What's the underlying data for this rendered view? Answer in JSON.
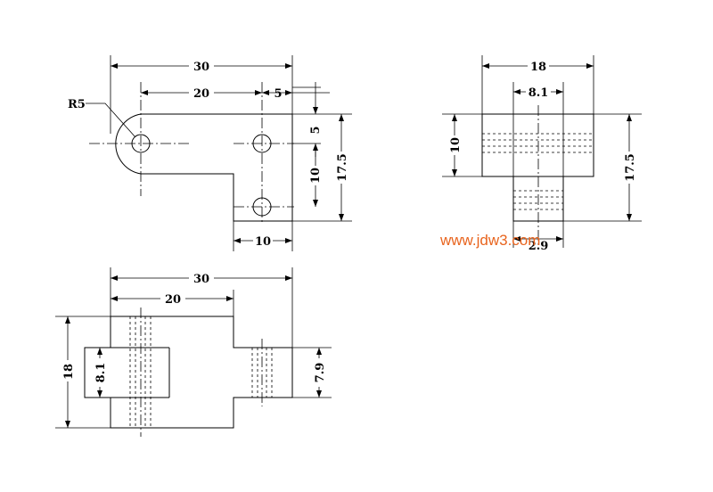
{
  "watermark": "www.jdw3.com",
  "front_view": {
    "radius_label": "R5",
    "dim_30": "30",
    "dim_20": "20",
    "dim_5_top": "5",
    "dim_5_right": "5",
    "dim_10_vertical": "10",
    "dim_17_5": "17.5",
    "dim_10_bottom": "10"
  },
  "side_view": {
    "dim_18": "18",
    "dim_8_1": "8.1",
    "dim_10": "10",
    "dim_17_5": "17.5",
    "dim_2_9": "2.9"
  },
  "top_view": {
    "dim_30": "30",
    "dim_20": "20",
    "dim_18": "18",
    "dim_8_1": "8.1",
    "dim_7_9": "7.9"
  }
}
